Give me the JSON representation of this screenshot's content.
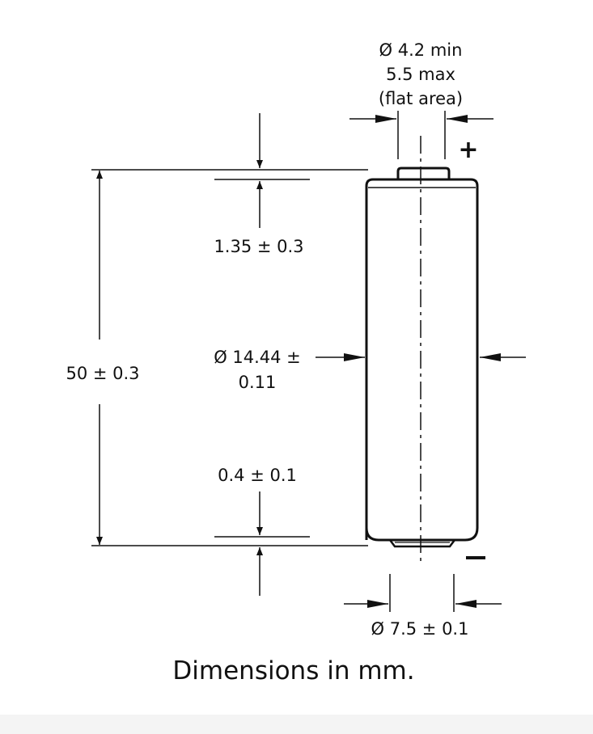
{
  "labels": {
    "tip_diameter_line1": "Ø 4.2 min",
    "tip_diameter_line2": "5.5 max",
    "tip_diameter_line3": "(flat area)",
    "positive": "+",
    "negative": "−",
    "cap_height": "1.35 ± 0.3",
    "length": "50 ± 0.3",
    "body_diameter_line1": "Ø 14.44 ±",
    "body_diameter_line2": "0.11",
    "bottom_recess": "0.4 ± 0.1",
    "bottom_diameter": "Ø 7.5 ± 0.1"
  },
  "caption": "Dimensions in mm."
}
